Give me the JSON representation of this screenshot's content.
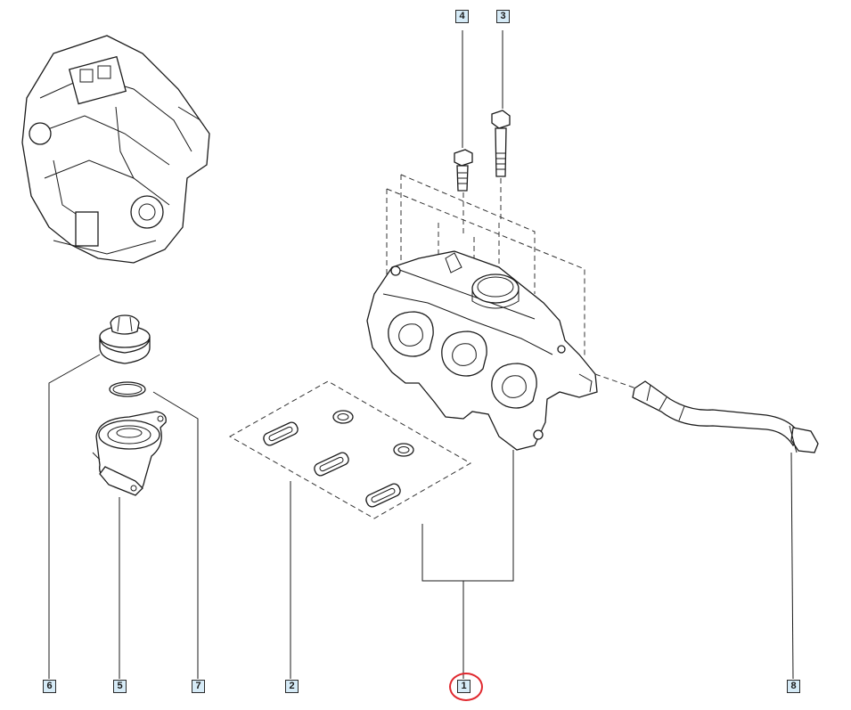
{
  "callouts": [
    {
      "id": "c1",
      "label": "1",
      "selected": true
    },
    {
      "id": "c2",
      "label": "2",
      "selected": false
    },
    {
      "id": "c3",
      "label": "3",
      "selected": false
    },
    {
      "id": "c4",
      "label": "4",
      "selected": false
    },
    {
      "id": "c5",
      "label": "5",
      "selected": false
    },
    {
      "id": "c6",
      "label": "6",
      "selected": false
    },
    {
      "id": "c7",
      "label": "7",
      "selected": false
    },
    {
      "id": "c8",
      "label": "8",
      "selected": false
    }
  ],
  "colors": {
    "callout_fill": "#d6ebf7",
    "callout_border": "#2b2b2b",
    "selection_ring": "#e0282e",
    "line": "#1b1b1b"
  }
}
